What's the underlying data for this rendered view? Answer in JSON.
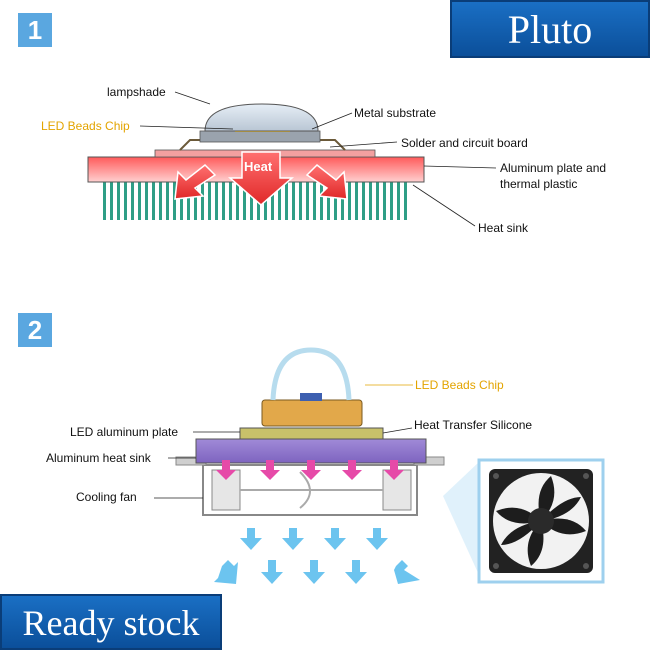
{
  "brand": {
    "name": "Pluto"
  },
  "footer": {
    "stock_label": "Ready stock"
  },
  "diagram1": {
    "step": "1",
    "labels": {
      "lampshade": "lampshade",
      "led_chip": "LED Beads Chip",
      "metal_substrate": "Metal substrate",
      "solder": "Solder and circuit board",
      "aluminum_plate_line1": "Aluminum plate and",
      "aluminum_plate_line2": "thermal plastic",
      "heat_sink": "Heat sink",
      "heat": "Heat"
    }
  },
  "diagram2": {
    "step": "2",
    "labels": {
      "led_chip": "LED Beads Chip",
      "led_aluminum_plate": "LED aluminum plate",
      "heat_transfer_silicone": "Heat Transfer Silicone",
      "aluminum_heat_sink": "Aluminum heat sink",
      "cooling_fan": "Cooling fan"
    }
  },
  "colors": {
    "accent_blue": "#5aa7e0",
    "label_orange": "#e3a400",
    "heat_red": "#e23b3b",
    "sink_green": "#2f9e86",
    "plate_purple": "#8a6fc8"
  }
}
